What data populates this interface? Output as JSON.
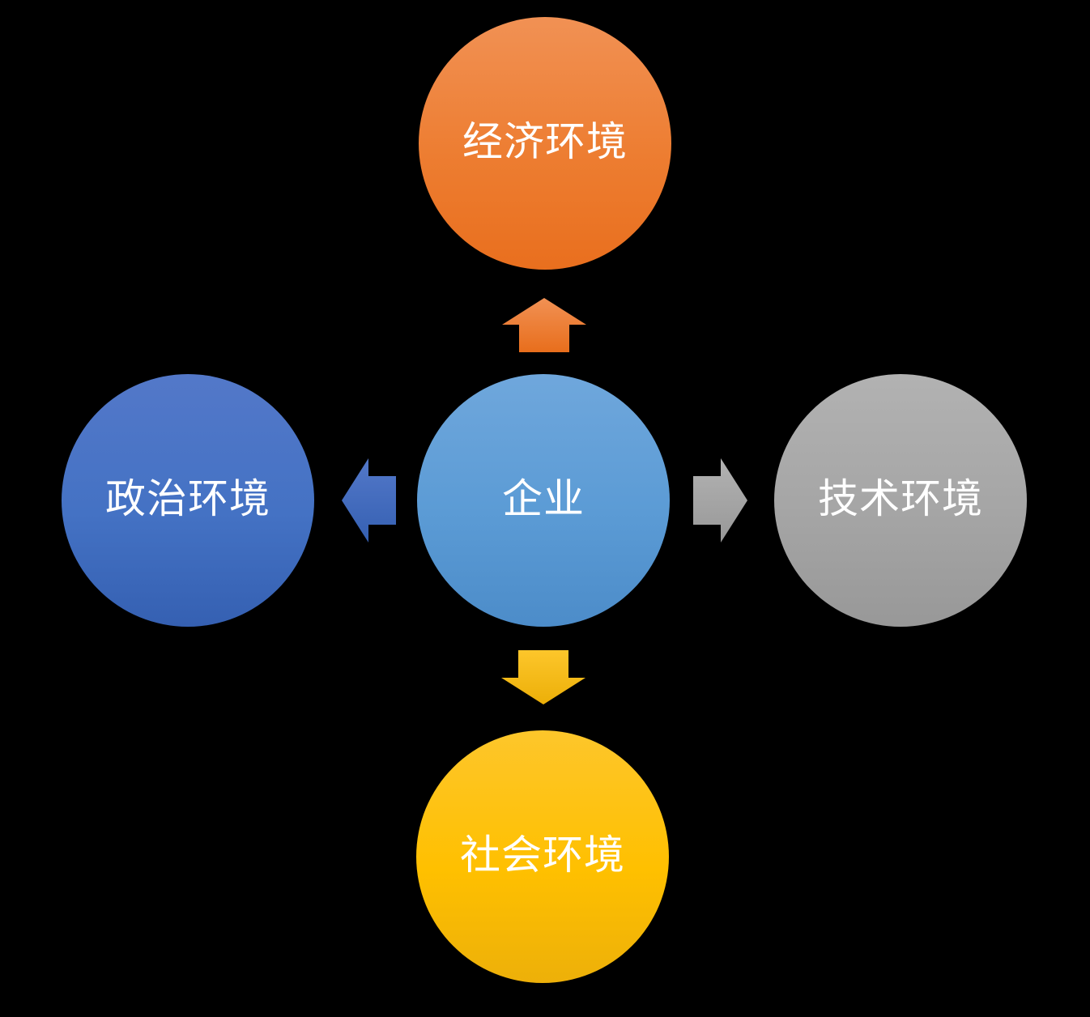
{
  "diagram": {
    "type": "radial-diverging",
    "background_color": "#000000",
    "text_color": "#FFFFFF",
    "nodes": {
      "center": {
        "label": "企业",
        "color": "#5B9BD5",
        "position": "center"
      },
      "top": {
        "label": "经济环境",
        "color": "#ED7D31",
        "position": "top"
      },
      "left": {
        "label": "政治环境",
        "color": "#4472C4",
        "position": "left"
      },
      "right": {
        "label": "技术环境",
        "color": "#A5A5A5",
        "position": "right"
      },
      "bottom": {
        "label": "社会环境",
        "color": "#FFC000",
        "position": "bottom"
      }
    },
    "arrows": [
      {
        "direction": "up",
        "from": "center",
        "to": "top",
        "color": "#ED7D31"
      },
      {
        "direction": "left",
        "from": "center",
        "to": "left",
        "color": "#4472C4"
      },
      {
        "direction": "right",
        "from": "center",
        "to": "right",
        "color": "#A5A5A5"
      },
      {
        "direction": "down",
        "from": "center",
        "to": "bottom",
        "color": "#FFC000"
      }
    ]
  }
}
